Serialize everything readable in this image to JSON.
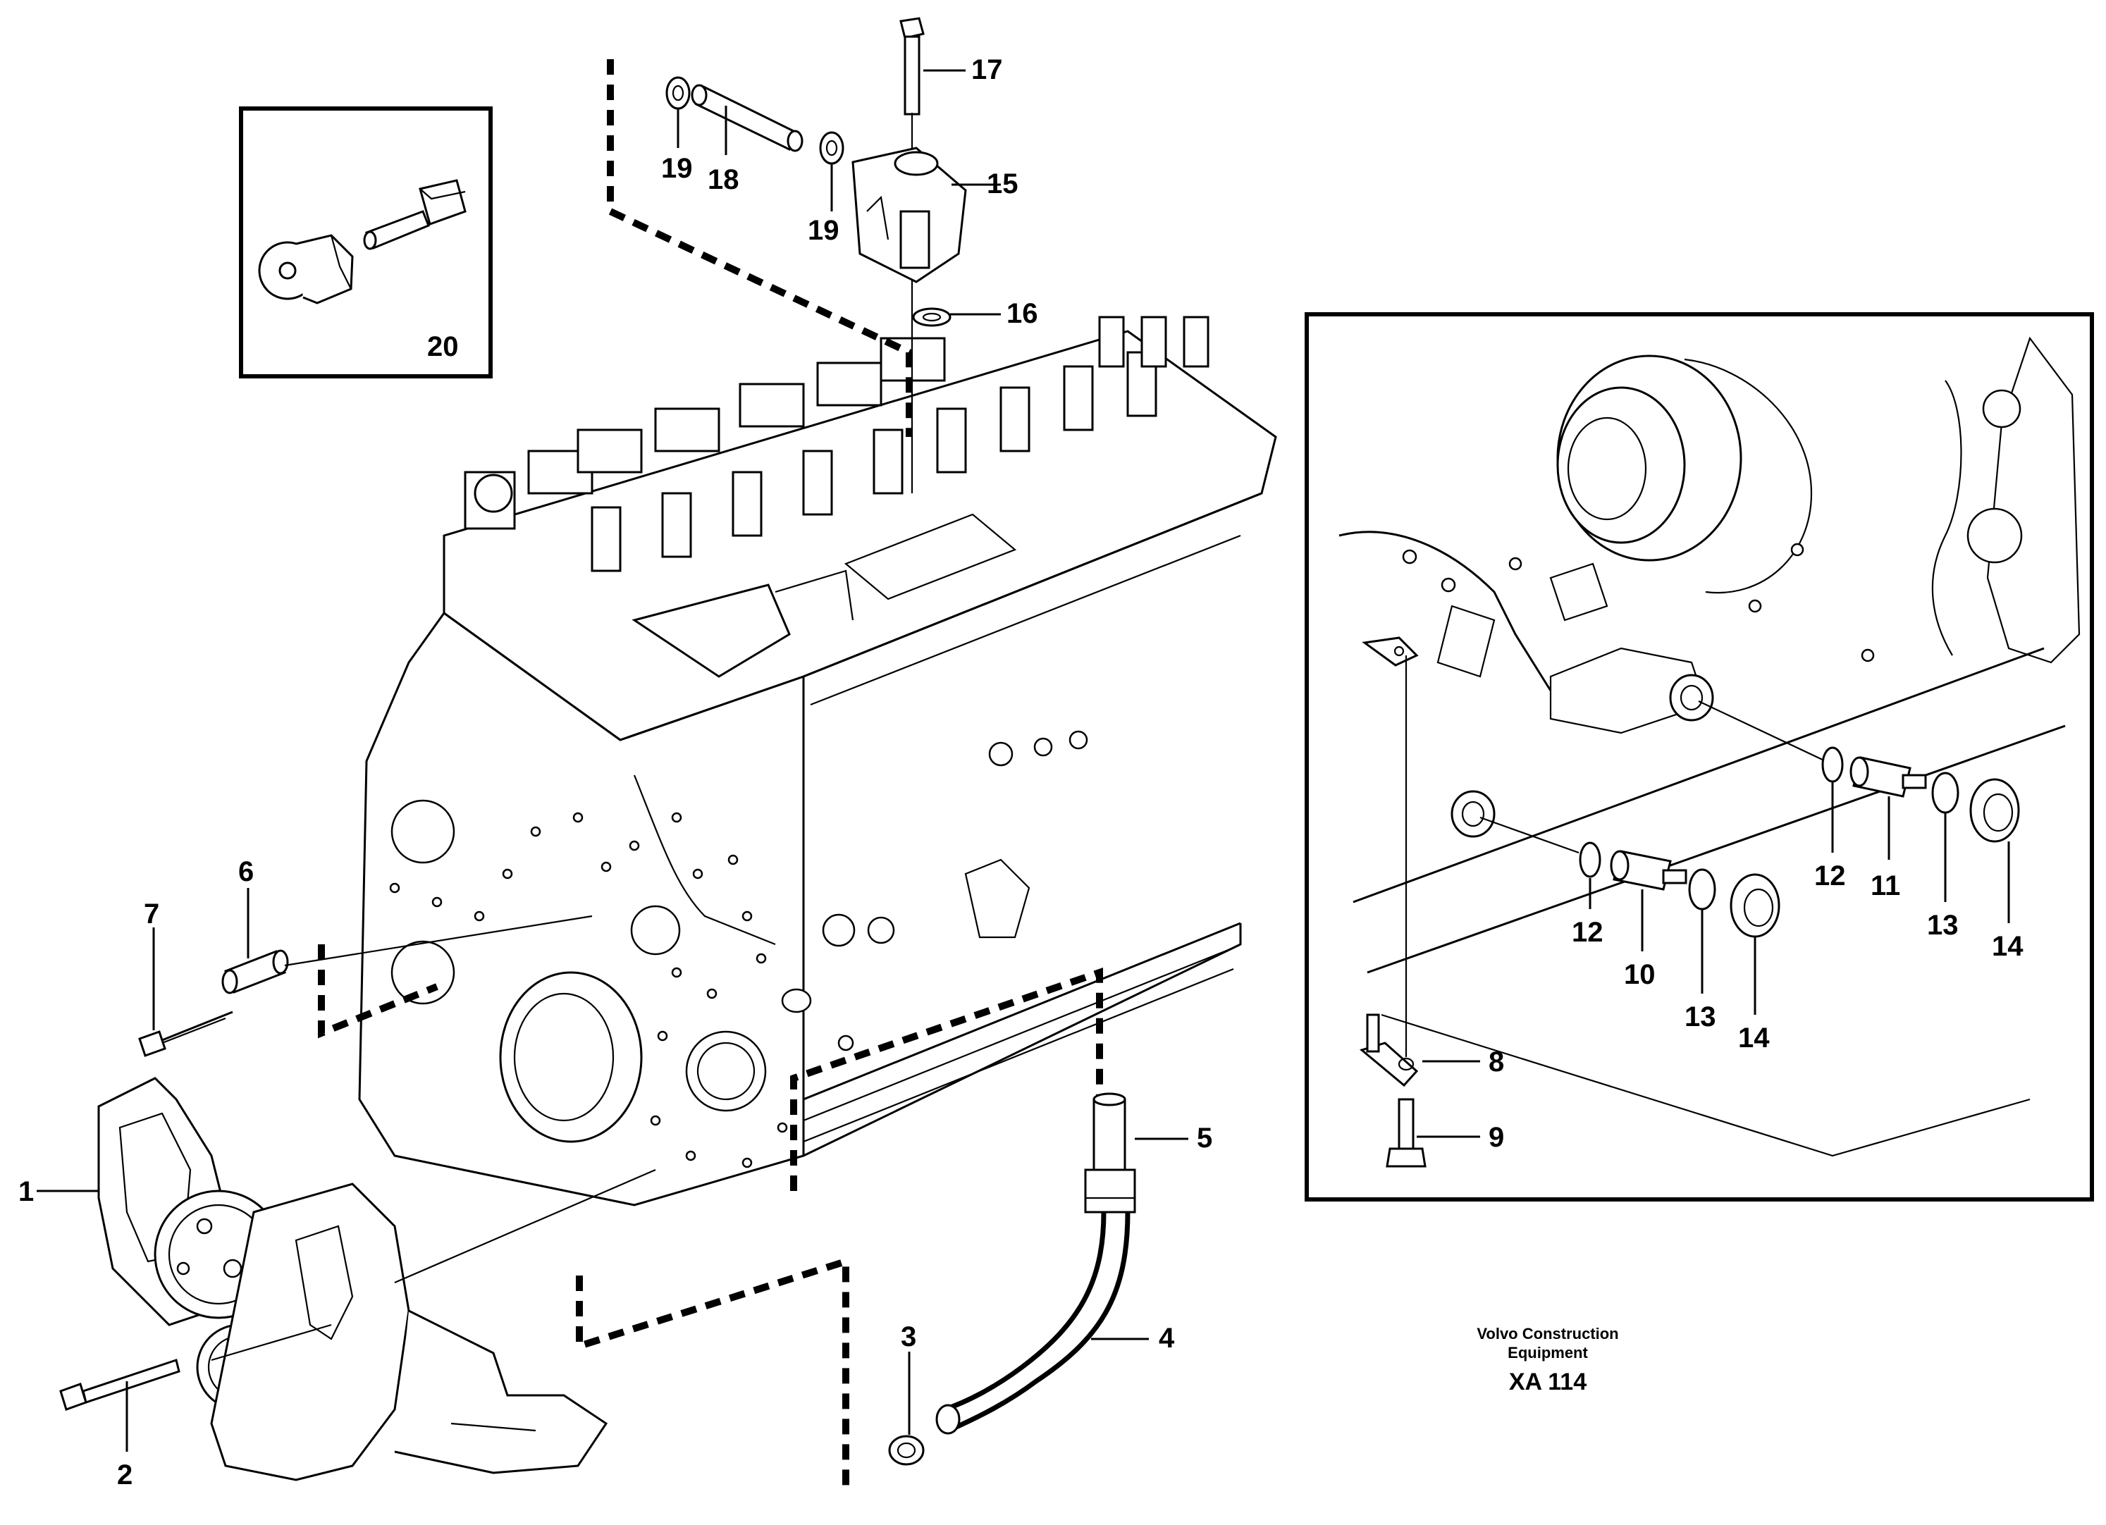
{
  "callouts": {
    "c1": "1",
    "c2": "2",
    "c3": "3",
    "c4": "4",
    "c5": "5",
    "c6": "6",
    "c7": "7",
    "c8": "8",
    "c9": "9",
    "c10": "10",
    "c11": "11",
    "c12a": "12",
    "c12b": "12",
    "c13a": "13",
    "c13b": "13",
    "c14a": "14",
    "c14b": "14",
    "c15": "15",
    "c16": "16",
    "c17": "17",
    "c18": "18",
    "c19a": "19",
    "c19b": "19",
    "c20": "20"
  },
  "footer": {
    "brand_line1": "Volvo Construction",
    "brand_line2": "Equipment",
    "code": "XA 114"
  }
}
